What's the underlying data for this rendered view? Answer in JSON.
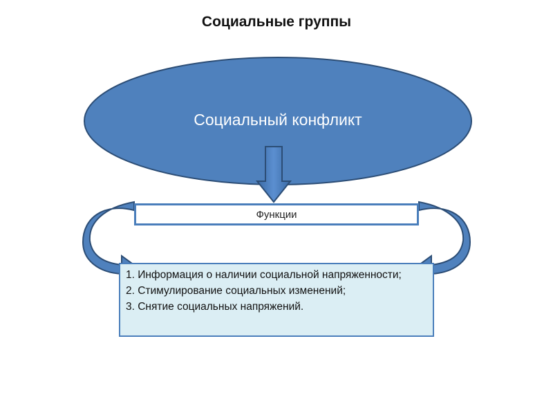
{
  "title": "Социальные группы",
  "ellipse": {
    "label": "Социальный конфликт",
    "fill": "#4f81bd",
    "stroke": "#2c4d75"
  },
  "functions_box": {
    "label": "Функции"
  },
  "list": {
    "items": [
      "1. Информация о наличии социальной напряженности;",
      "2. Стимулирование социальных изменений;",
      "3. Снятие социальных напряжений."
    ],
    "background": "#dbeef4",
    "border": "#4a7ebb"
  },
  "arrow_color": "#4f81bd"
}
